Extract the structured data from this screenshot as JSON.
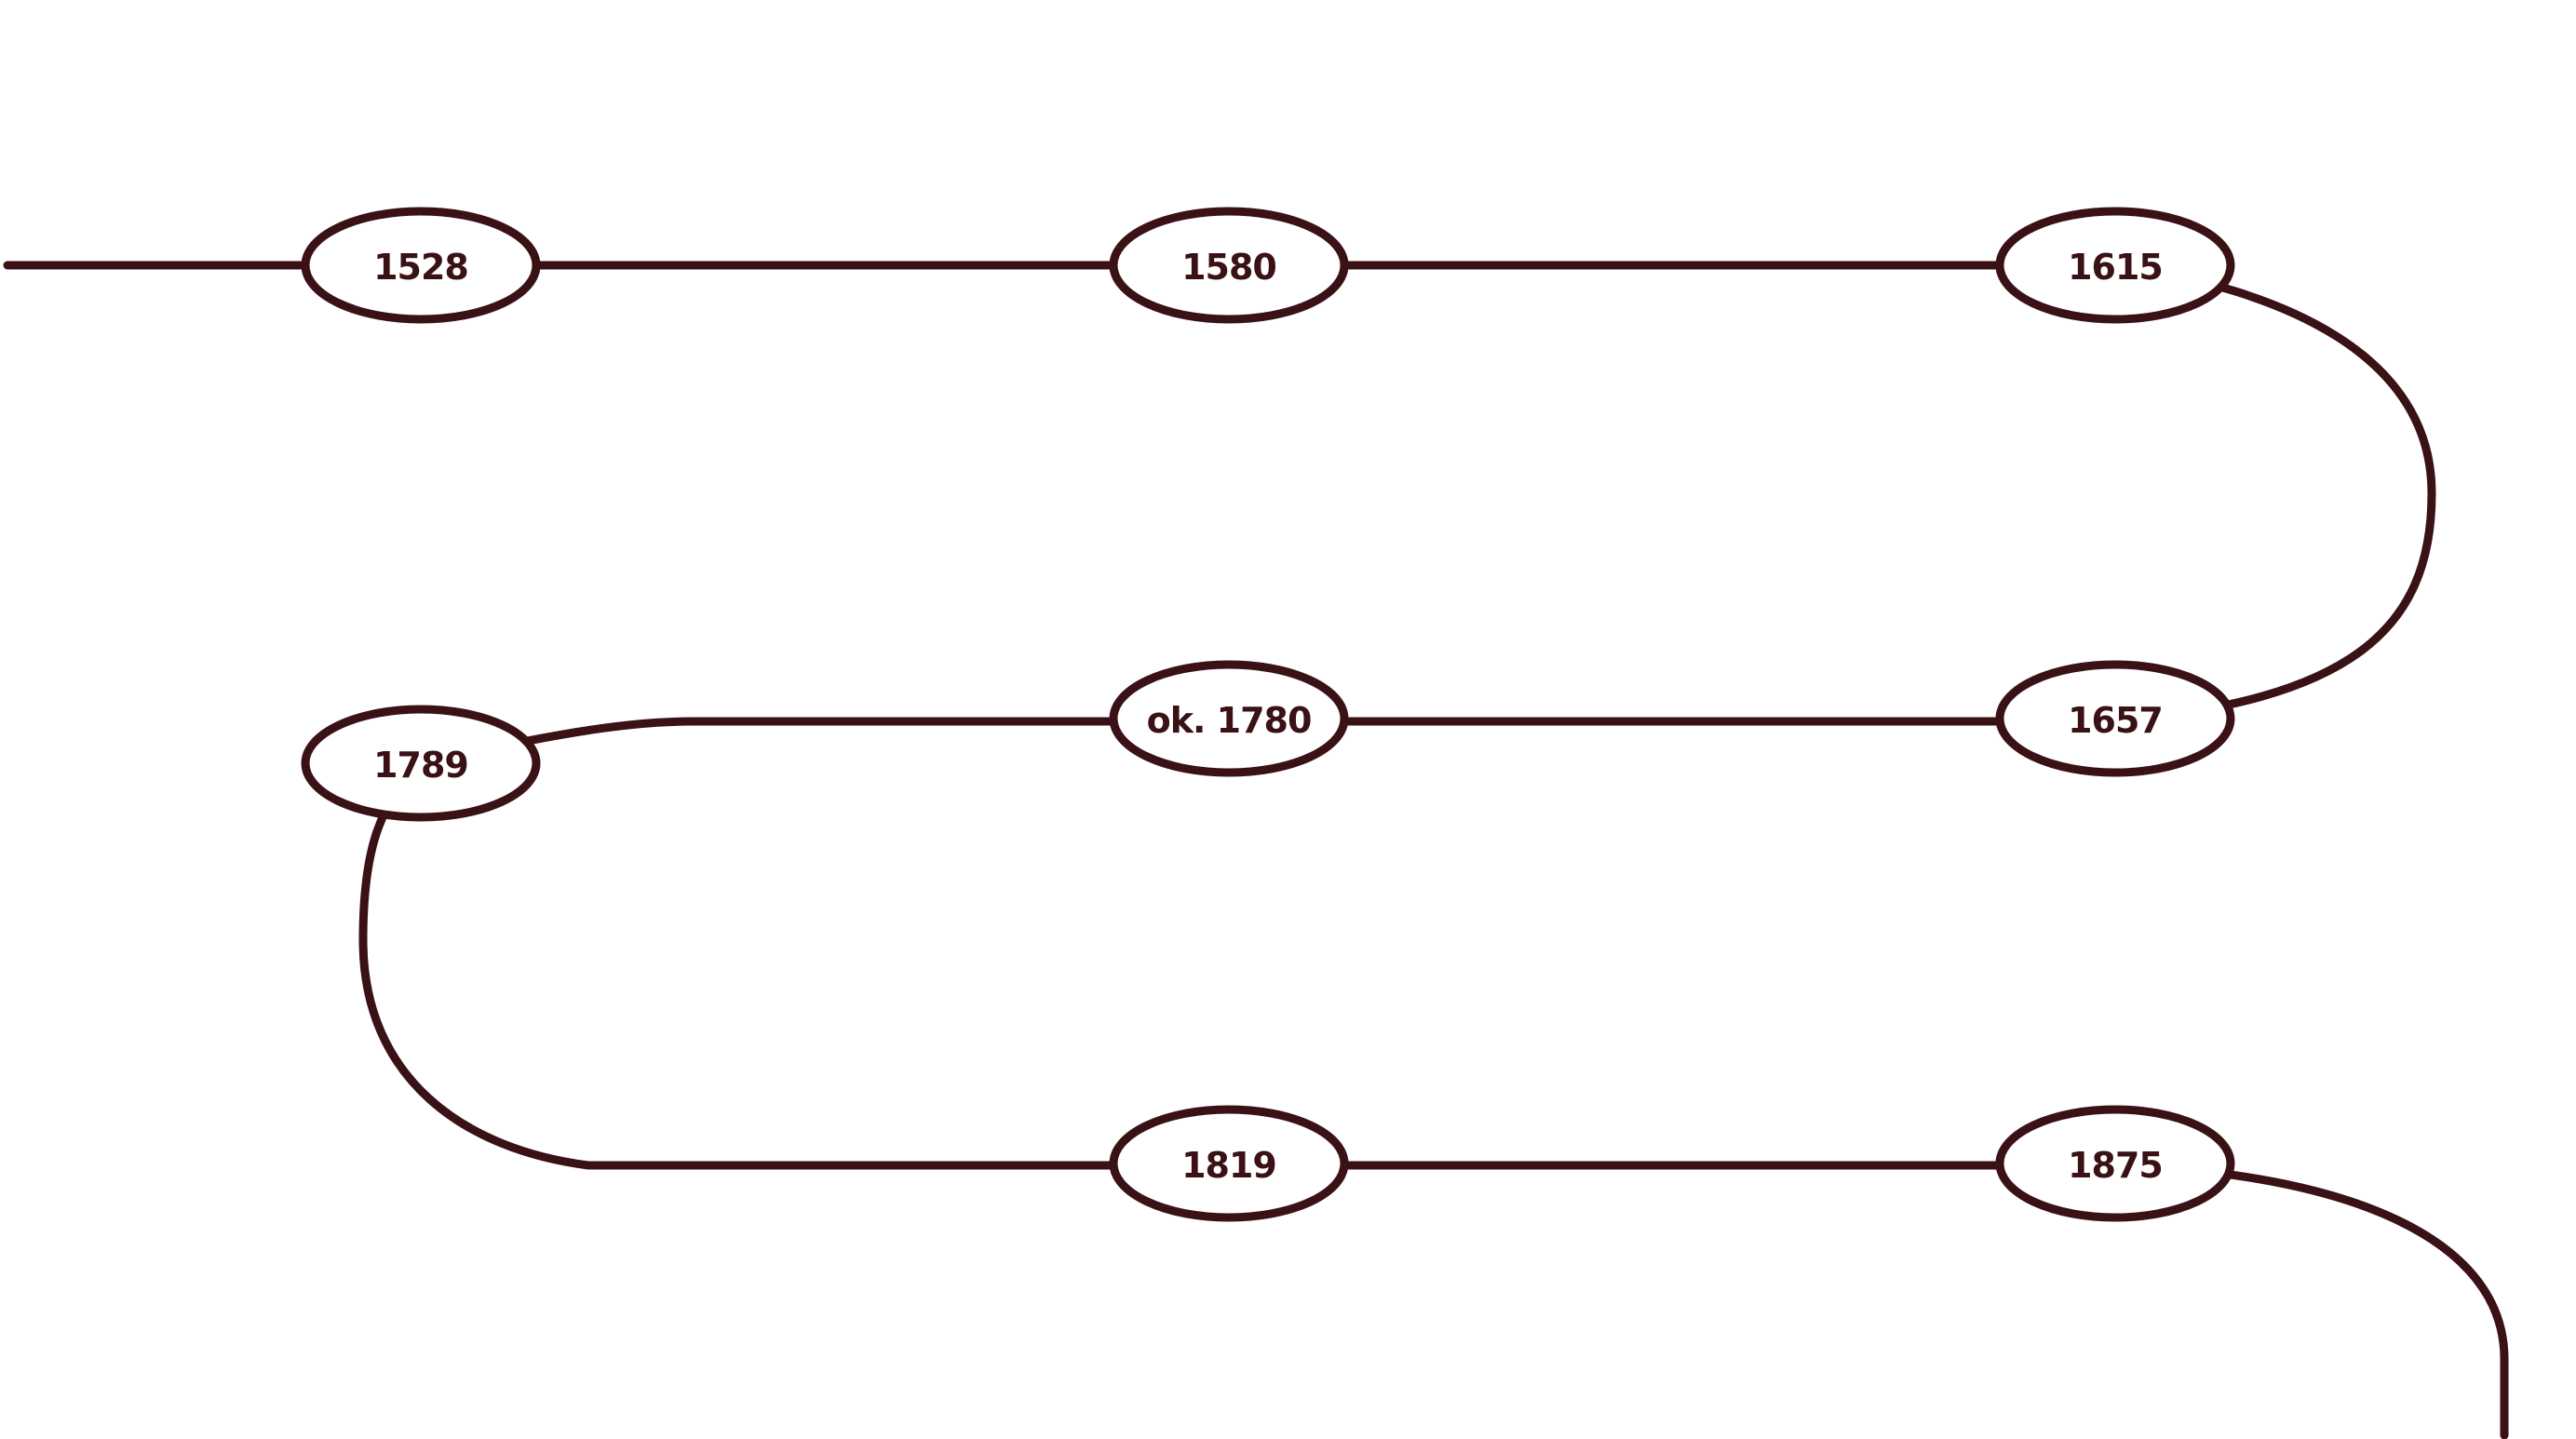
{
  "diagram": {
    "type": "serpentine-timeline",
    "colors": {
      "line": "#3a1114",
      "node_fill": "#ffffff",
      "text": "#3a1114",
      "background": "#ffffff"
    },
    "nodes": [
      {
        "id": "n1528",
        "label": "1528"
      },
      {
        "id": "n1580",
        "label": "1580"
      },
      {
        "id": "n1615",
        "label": "1615"
      },
      {
        "id": "n1657",
        "label": "1657"
      },
      {
        "id": "nok1780",
        "label": "ok. 1780"
      },
      {
        "id": "n1789",
        "label": "1789"
      },
      {
        "id": "n1819",
        "label": "1819"
      },
      {
        "id": "n1875",
        "label": "1875"
      }
    ]
  }
}
